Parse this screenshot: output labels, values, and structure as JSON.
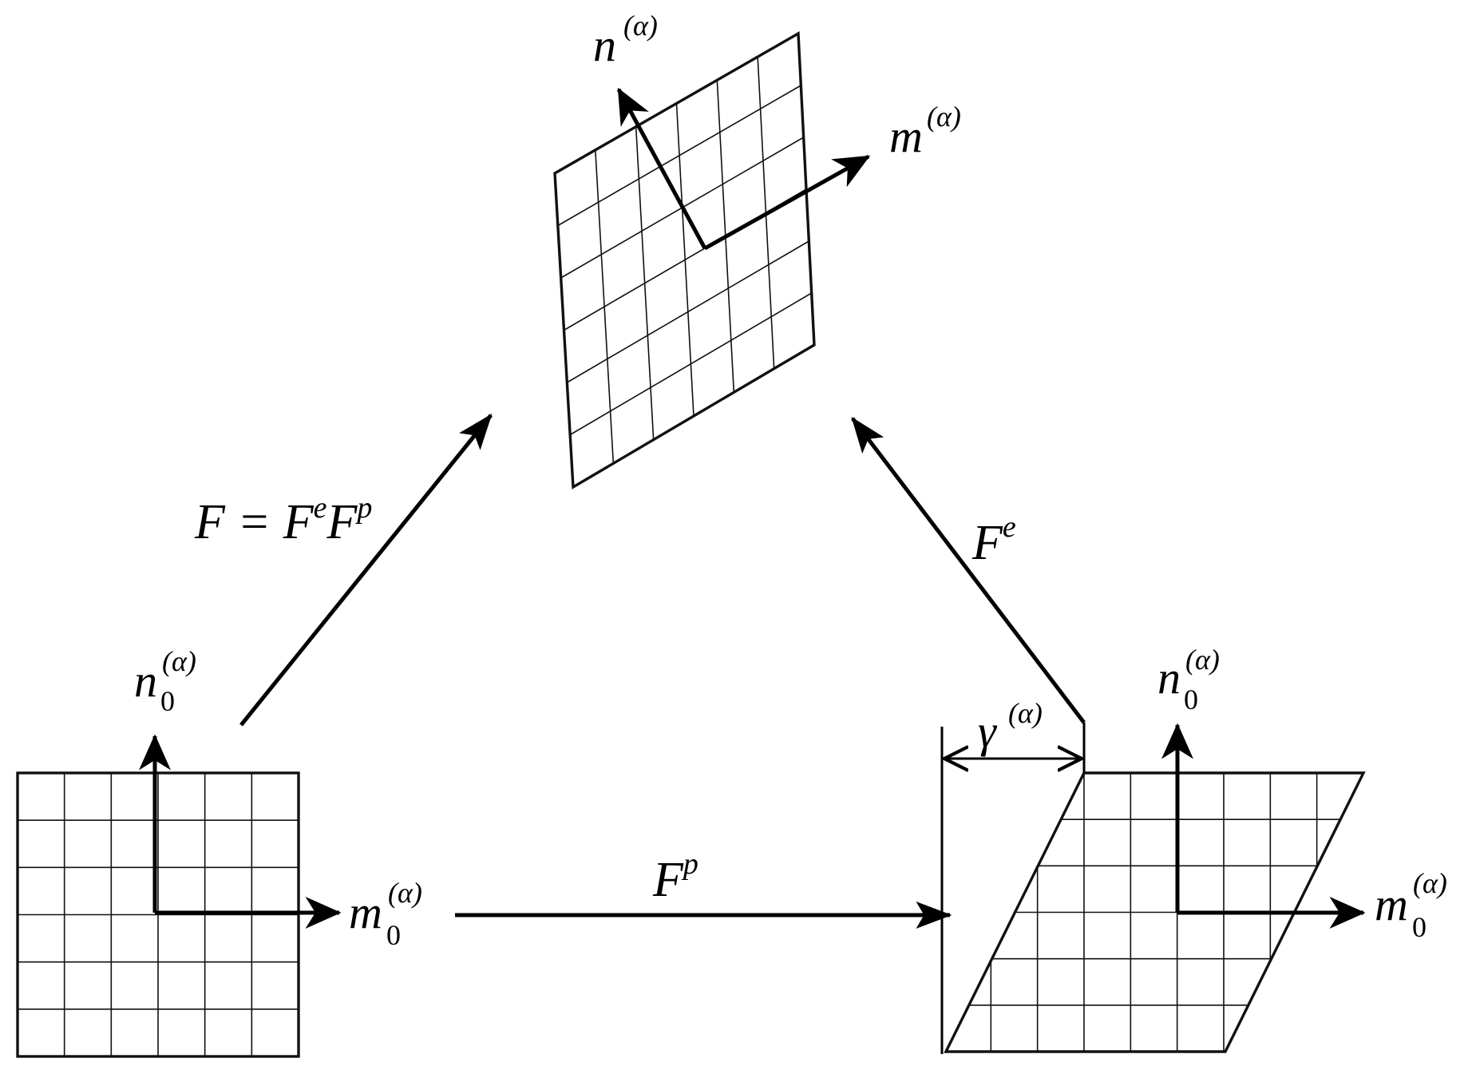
{
  "labels": {
    "top_normal": {
      "base": "n",
      "sup": "(α)"
    },
    "top_slip": {
      "base": "m",
      "sup": "(α)"
    },
    "left_normal": {
      "base": "n",
      "sub": "0",
      "sup": "(α)"
    },
    "left_slip": {
      "base": "m",
      "sub": "0",
      "sup": "(α)"
    },
    "right_normal": {
      "base": "n",
      "sub": "0",
      "sup": "(α)"
    },
    "right_slip": {
      "base": "m",
      "sub": "0",
      "sup": "(α)"
    },
    "shear": {
      "base": "γ",
      "sup": "(α)"
    },
    "total_map": {
      "prefix": "F = F",
      "e": "e",
      "mid": "F",
      "p": "p"
    },
    "elastic_map": {
      "base": "F",
      "sup": "e"
    },
    "plastic_map": {
      "base": "F",
      "sup": "p"
    }
  },
  "colors": {
    "ink": "#000000",
    "background": "#ffffff"
  }
}
